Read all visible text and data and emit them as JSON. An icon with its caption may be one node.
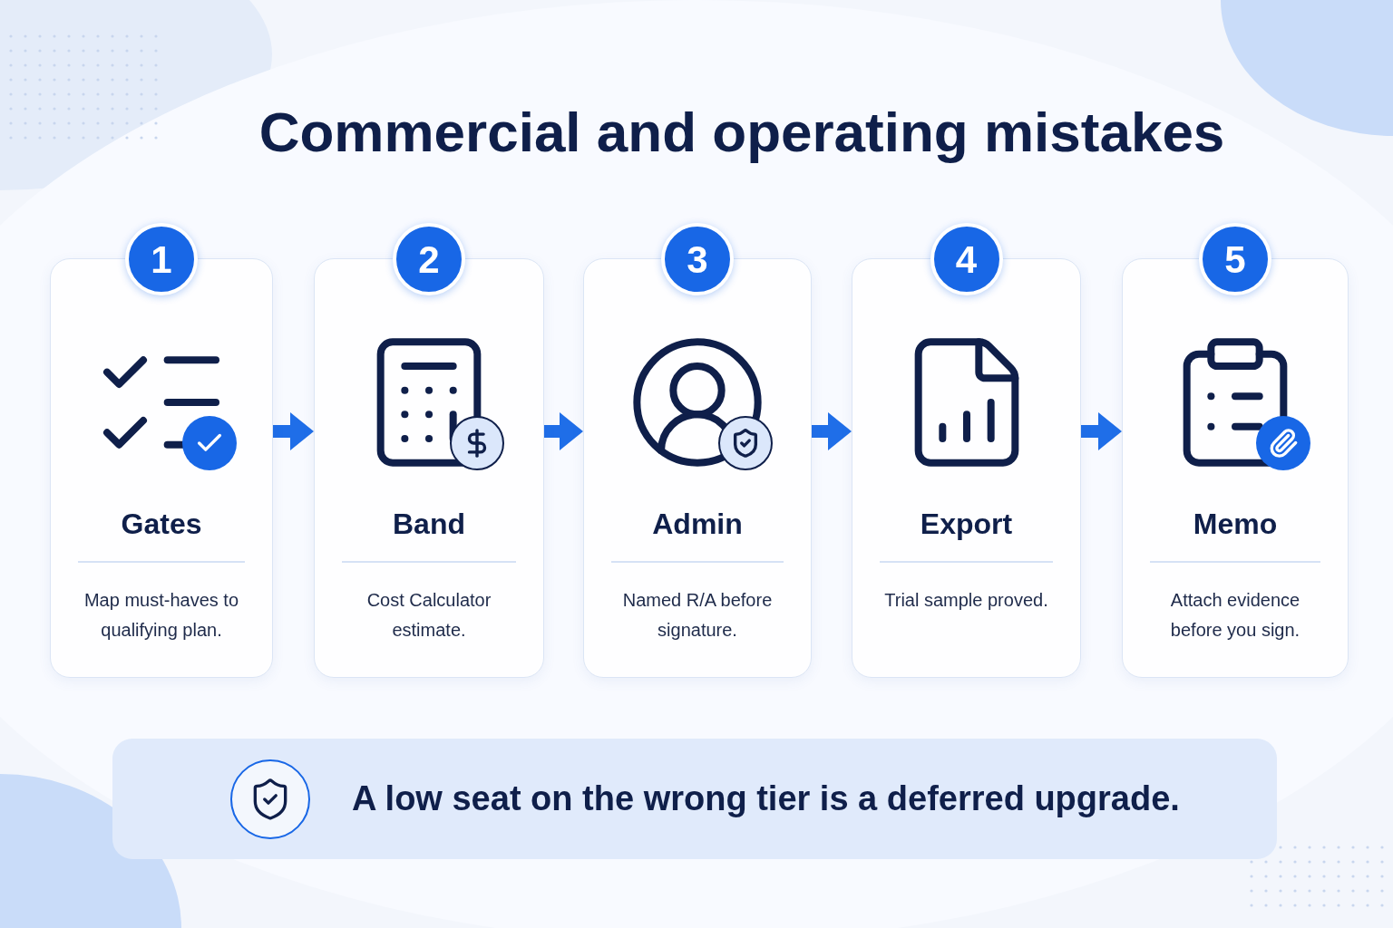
{
  "diagram": {
    "title": "Commercial and operating mistakes",
    "nodes": [
      {
        "text": [
          "1",
          "Gates",
          "Map must-haves to qualifying plan."
        ]
      },
      {
        "text": [
          "2",
          "Band",
          "Cost Calculator estimate."
        ]
      },
      {
        "text": [
          "3",
          "Admin",
          "Named R/A before signature."
        ]
      },
      {
        "text": [
          "4",
          "Export",
          "Trial sample proved."
        ]
      },
      {
        "text": [
          "5",
          "Memo",
          "Attach evidence before you sign."
        ]
      },
      {
        "text": [
          "A low seat on the wrong tier is a deferred upgrade."
        ]
      }
    ],
    "edges": [
      {
        "from": 0,
        "to": 1,
        "arrow": "to"
      },
      {
        "from": 1,
        "to": 2,
        "arrow": "to"
      },
      {
        "from": 2,
        "to": 3,
        "arrow": "to"
      },
      {
        "from": 3,
        "to": 4,
        "arrow": "to"
      }
    ]
  }
}
